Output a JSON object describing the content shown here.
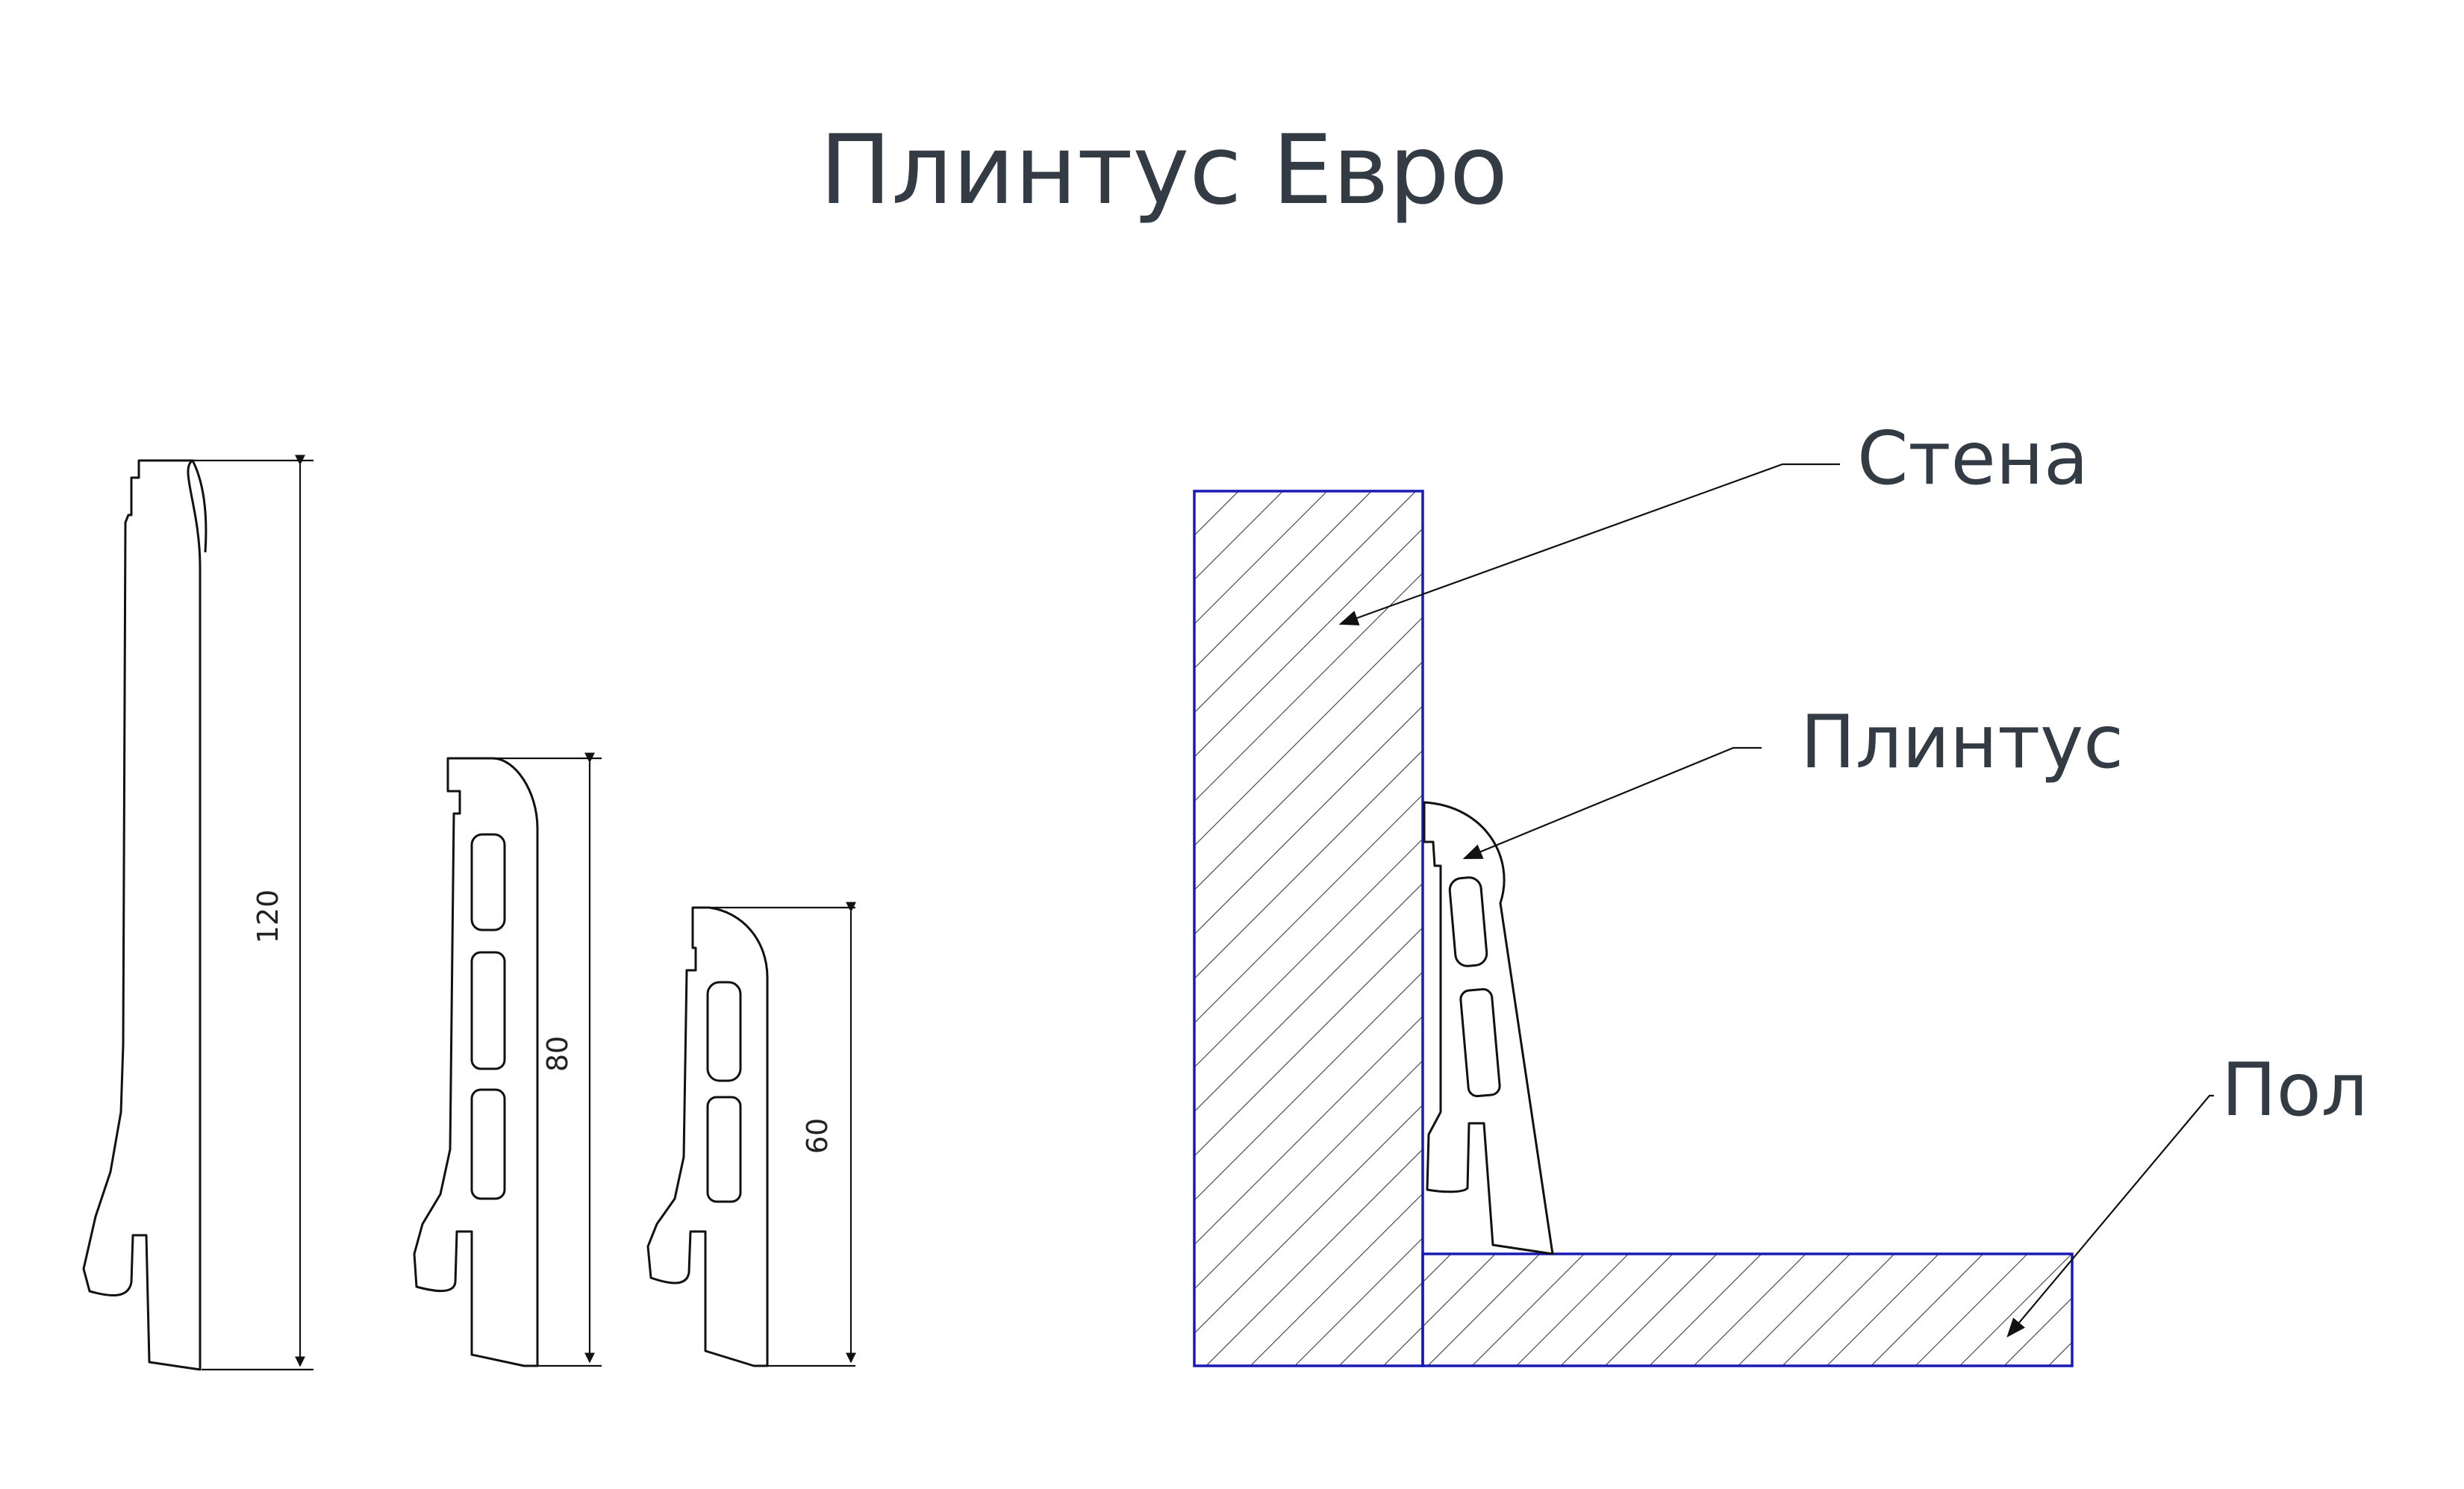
{
  "title": "Плинтус Евро",
  "profiles": [
    {
      "height_label": "120"
    },
    {
      "height_label": "80"
    },
    {
      "height_label": "60"
    }
  ],
  "callouts": {
    "wall": "Стена",
    "baseboard": "Плинтус",
    "floor": "Пол"
  },
  "colors": {
    "text": "#333b44",
    "section_outline": "#1a1ab4",
    "lines": "#111111"
  }
}
